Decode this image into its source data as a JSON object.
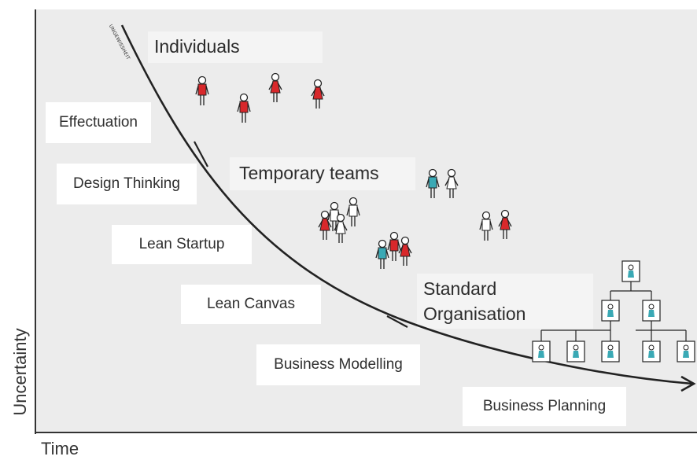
{
  "axes": {
    "y_label": "Uncertainty",
    "x_label": "Time"
  },
  "curve_tag": "UNGEWISSHEIT",
  "methods": [
    "Effectuation",
    "Design Thinking",
    "Lean Startup",
    "Lean Canvas",
    "Business Modelling",
    "Business Planning"
  ],
  "stages": {
    "individuals": "Individuals",
    "teams": "Temporary teams",
    "organisation_line1": "Standard",
    "organisation_line2": "Organisation"
  },
  "colors": {
    "red": "#d8282b",
    "teal": "#3aa9b5",
    "line": "#222222",
    "panel": "#ececec"
  }
}
